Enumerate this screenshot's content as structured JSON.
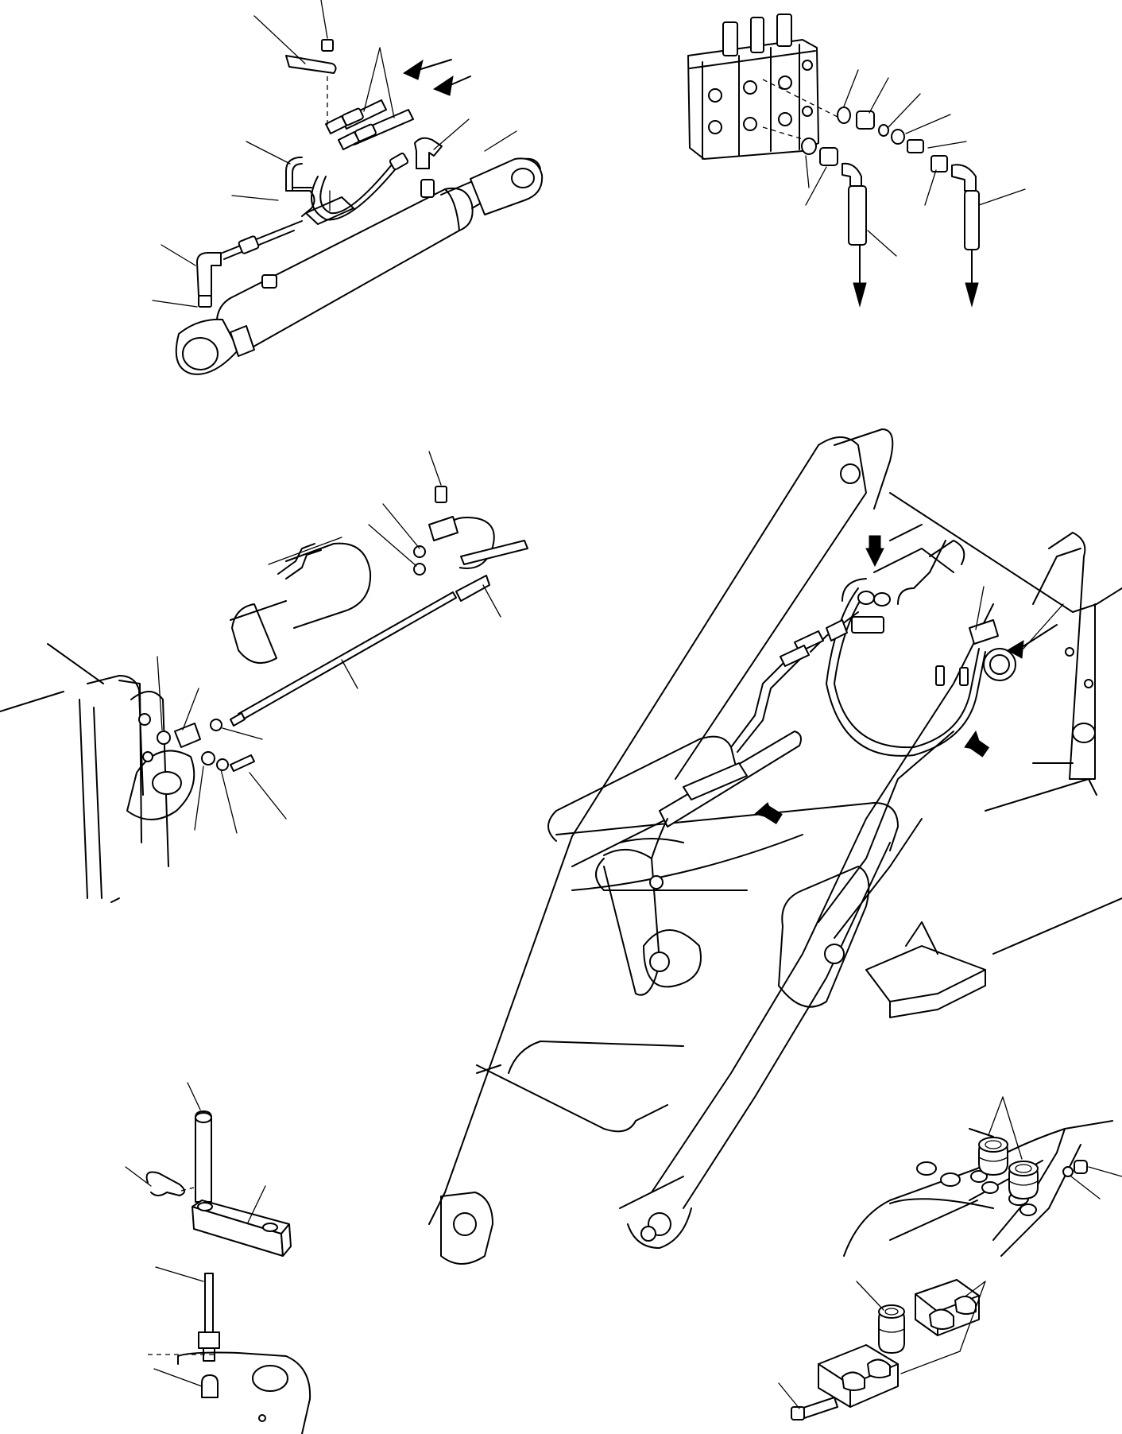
{
  "diagram": {
    "kind": "exploded-parts-view",
    "callout_labels": [],
    "components": [
      "cylinder-assembly",
      "control-valve-block",
      "sensor-rod-assembly",
      "loader-arm-frame",
      "stopper-bracket",
      "grommet-clamp"
    ]
  }
}
